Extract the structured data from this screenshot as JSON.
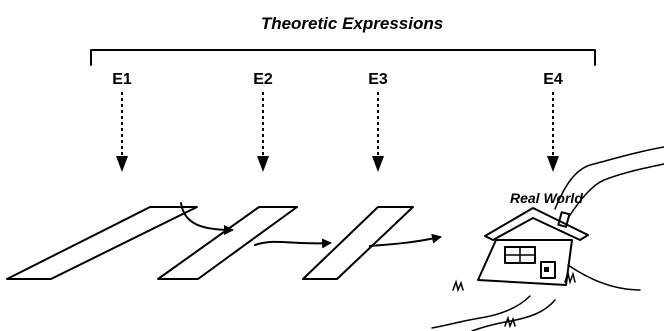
{
  "title": "Theoretic Expressions",
  "expressions": [
    {
      "id": "e1",
      "label": "E1"
    },
    {
      "id": "e2",
      "label": "E2"
    },
    {
      "id": "e3",
      "label": "E3"
    },
    {
      "id": "e4",
      "label": "E4"
    }
  ],
  "real_world_label": "Real World",
  "colors": {
    "ink": "#000000",
    "background": "#ffffff"
  }
}
